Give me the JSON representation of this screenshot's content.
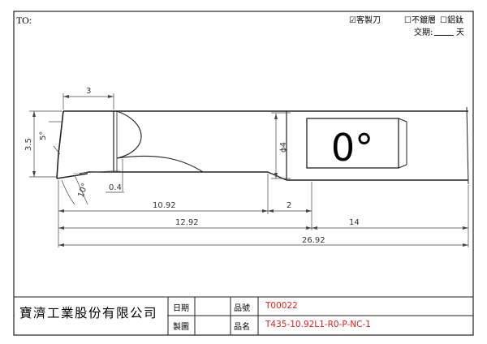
{
  "header": {
    "to_label": "TO:",
    "option_custom": "☑客製刀",
    "option_uncoated": "☐不鍍層",
    "option_coated": "☐鋁鈦",
    "delivery_prefix": "交期:",
    "delivery_suffix": "天"
  },
  "drawing": {
    "angle_text": "0°",
    "dims": {
      "d_3": "3",
      "d_3_5": "3.5",
      "d_5deg": "5°",
      "d_10deg": "10°",
      "d_0_4": "0.4",
      "d_phi4": "ϕ4",
      "d_10_92": "10.92",
      "d_2": "2",
      "d_12_92": "12.92",
      "d_14": "14",
      "d_26_92": "26.92"
    }
  },
  "title_block": {
    "company": "寶濟工業股份有限公司",
    "date_label": "日期",
    "drawn_label": "製圖",
    "part_no_label": "品號",
    "part_name_label": "品名",
    "part_no": "T00022",
    "part_name": "T435-10.92L1-R0-P-NC-1"
  },
  "colors": {
    "accent": "#e0201a"
  }
}
